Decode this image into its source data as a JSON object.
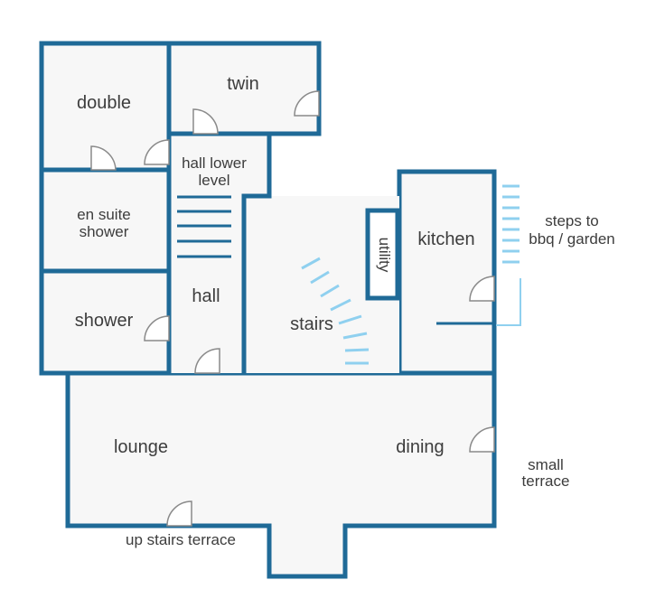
{
  "colors": {
    "wall": "#1f6a97",
    "floor": "#f7f7f7",
    "stairs_light": "#8fd0ef",
    "text": "#3d3d3d"
  },
  "rooms": {
    "double": "double",
    "twin": "twin",
    "hall_lower_1": "hall lower",
    "hall_lower_2": "level",
    "ensuite_1": "en suite",
    "ensuite_2": "shower",
    "shower": "shower",
    "hall": "hall",
    "utility": "utility",
    "kitchen": "kitchen",
    "stairs": "stairs",
    "lounge": "lounge",
    "dining": "dining"
  },
  "outside": {
    "steps_1": "steps to",
    "steps_2": "bbq / garden",
    "terrace_1": "small",
    "terrace_2": "terrace",
    "upstairs_terrace": "up stairs terrace"
  }
}
